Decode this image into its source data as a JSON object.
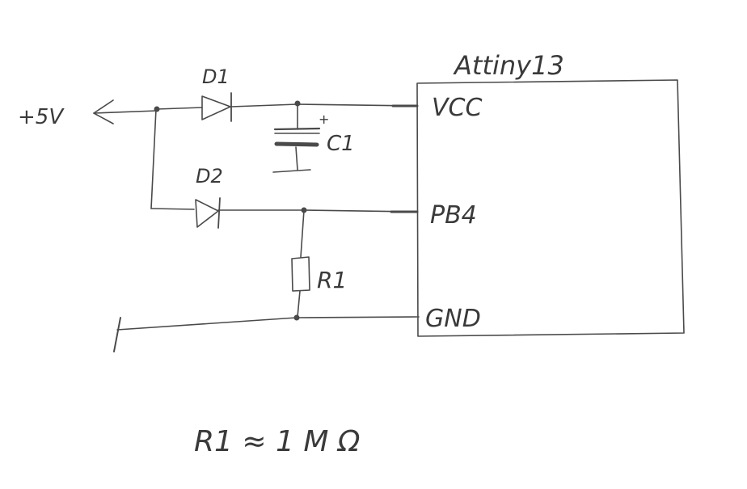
{
  "labels": {
    "supply": "+5V",
    "d1": "D1",
    "d2": "D2",
    "c1": "C1",
    "cap_polarity": "+",
    "r1": "R1",
    "chip": "Attiny13",
    "pin_vcc": "VCC",
    "pin_pb4": "PB4",
    "pin_gnd": "GND",
    "note": "R1 ≈ 1 M Ω"
  },
  "colors": {
    "ink": "#4a4a4a",
    "paper": "#ffffff"
  }
}
